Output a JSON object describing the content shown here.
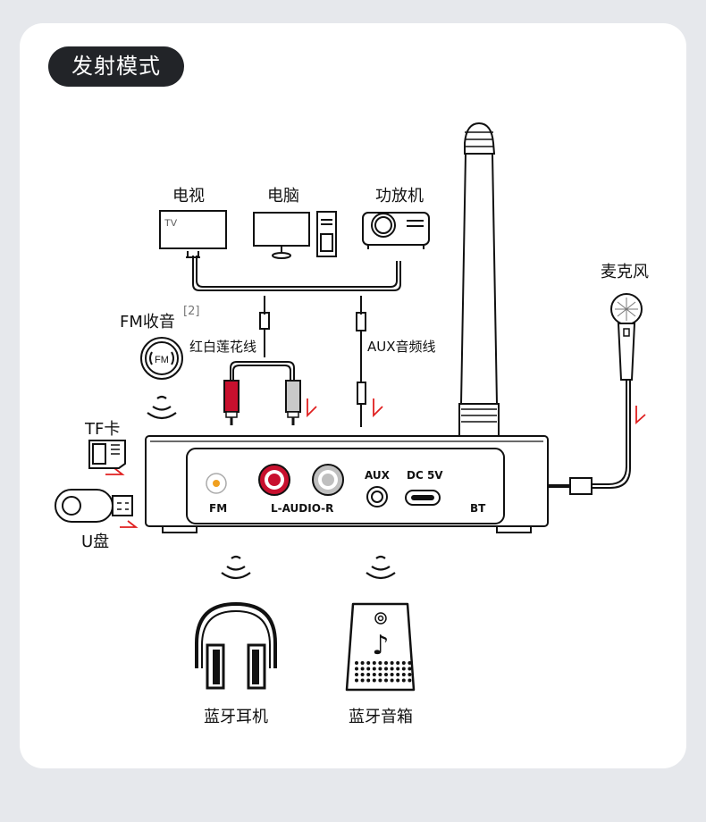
{
  "title": "发射模式",
  "devices": {
    "tv": "电视",
    "tv_screen": "TV",
    "pc": "电脑",
    "amp": "功放机",
    "mic": "麦克风",
    "fm": "FM收音",
    "fm_note": "[2]",
    "fm_icon": "FM",
    "tf": "TF卡",
    "usb": "U盘",
    "headphones": "蓝牙耳机",
    "speaker": "蓝牙音箱"
  },
  "cables": {
    "rca": "红白莲花线",
    "aux": "AUX音频线"
  },
  "ports": {
    "fm": "FM",
    "audio": "L-AUDIO-R",
    "aux": "AUX",
    "dc": "DC 5V",
    "bt": "BT"
  },
  "colors": {
    "accent": "#e02020",
    "dark": "#222428"
  }
}
